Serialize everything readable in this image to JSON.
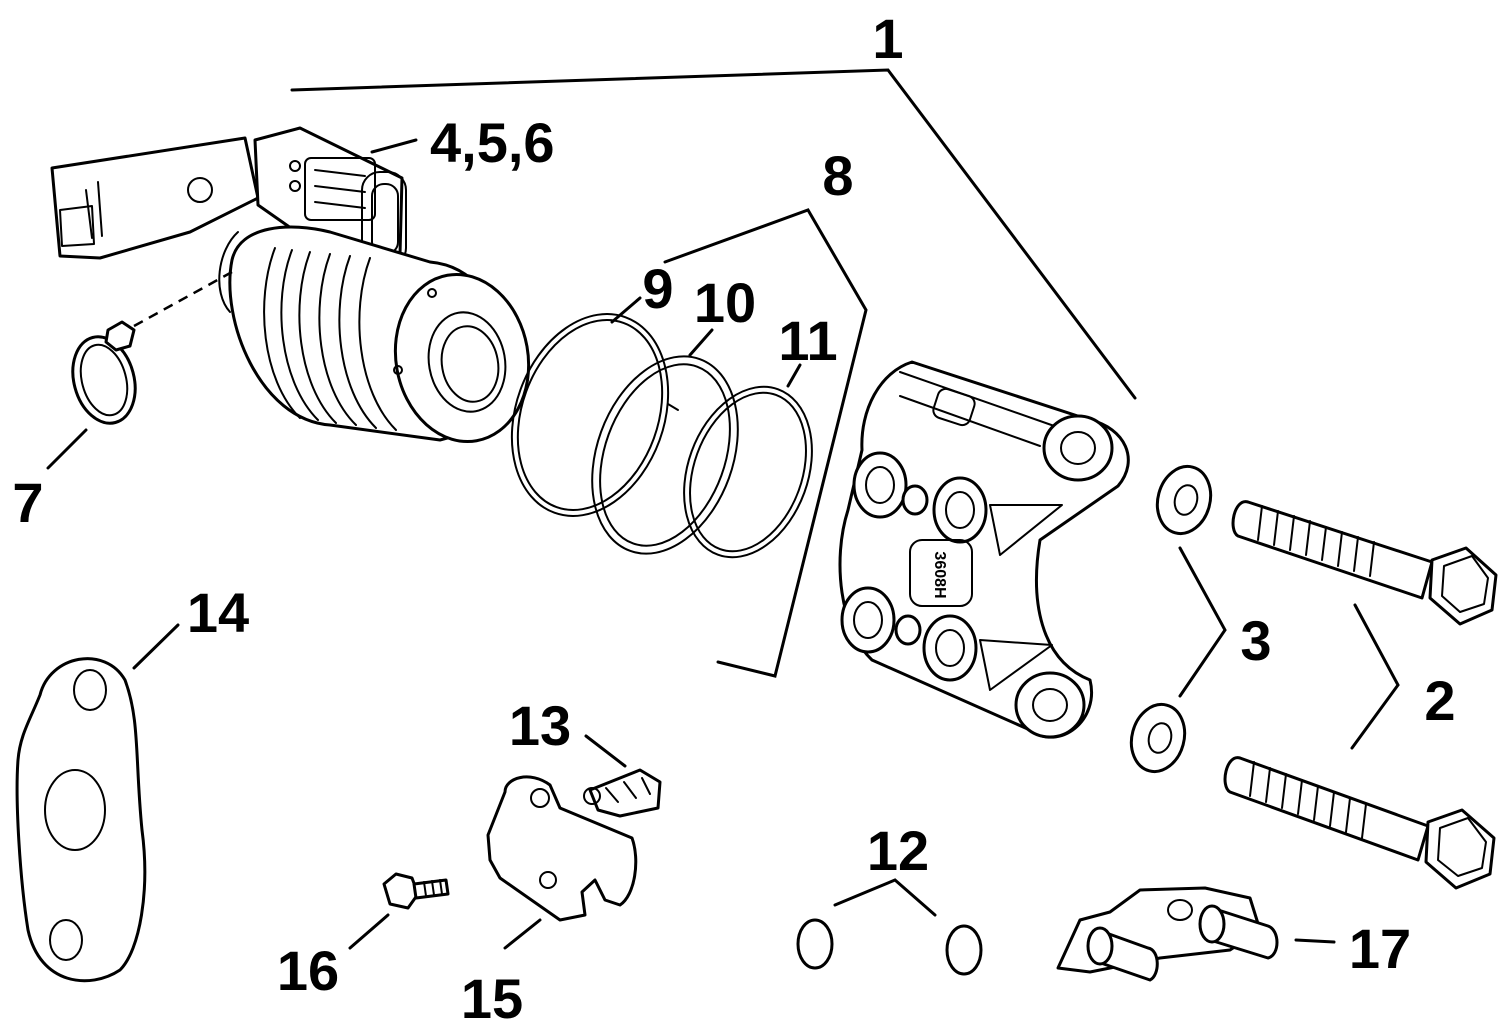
{
  "callouts": {
    "c1": "1",
    "c2": "2",
    "c3": "3",
    "c456": "4,5,6",
    "c7": "7",
    "c8": "8",
    "c9": "9",
    "c10": "10",
    "c11": "11",
    "c12": "12",
    "c13": "13",
    "c14": "14",
    "c15": "15",
    "c16": "16",
    "c17": "17"
  },
  "housing_stamp": "3608H",
  "colors": {
    "line": "#000000",
    "background": "#ffffff"
  }
}
